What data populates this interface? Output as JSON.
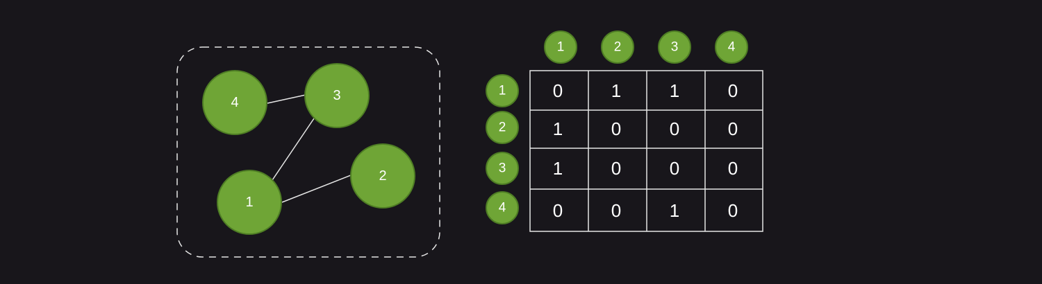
{
  "colors": {
    "background": "#18161b",
    "node_fill": "#6fa536",
    "node_stroke": "#4e7d24",
    "line": "#e6e6e6",
    "text": "#ffffff"
  },
  "graph": {
    "nodes": [
      {
        "id": "1",
        "label": "1"
      },
      {
        "id": "2",
        "label": "2"
      },
      {
        "id": "3",
        "label": "3"
      },
      {
        "id": "4",
        "label": "4"
      }
    ],
    "edges": [
      {
        "from": "4",
        "to": "3"
      },
      {
        "from": "1",
        "to": "3"
      },
      {
        "from": "1",
        "to": "2"
      }
    ]
  },
  "matrix": {
    "column_headers": [
      "1",
      "2",
      "3",
      "4"
    ],
    "row_headers": [
      "1",
      "2",
      "3",
      "4"
    ],
    "rows": [
      [
        "0",
        "1",
        "1",
        "0"
      ],
      [
        "1",
        "0",
        "0",
        "0"
      ],
      [
        "1",
        "0",
        "0",
        "0"
      ],
      [
        "0",
        "0",
        "1",
        "0"
      ]
    ]
  }
}
